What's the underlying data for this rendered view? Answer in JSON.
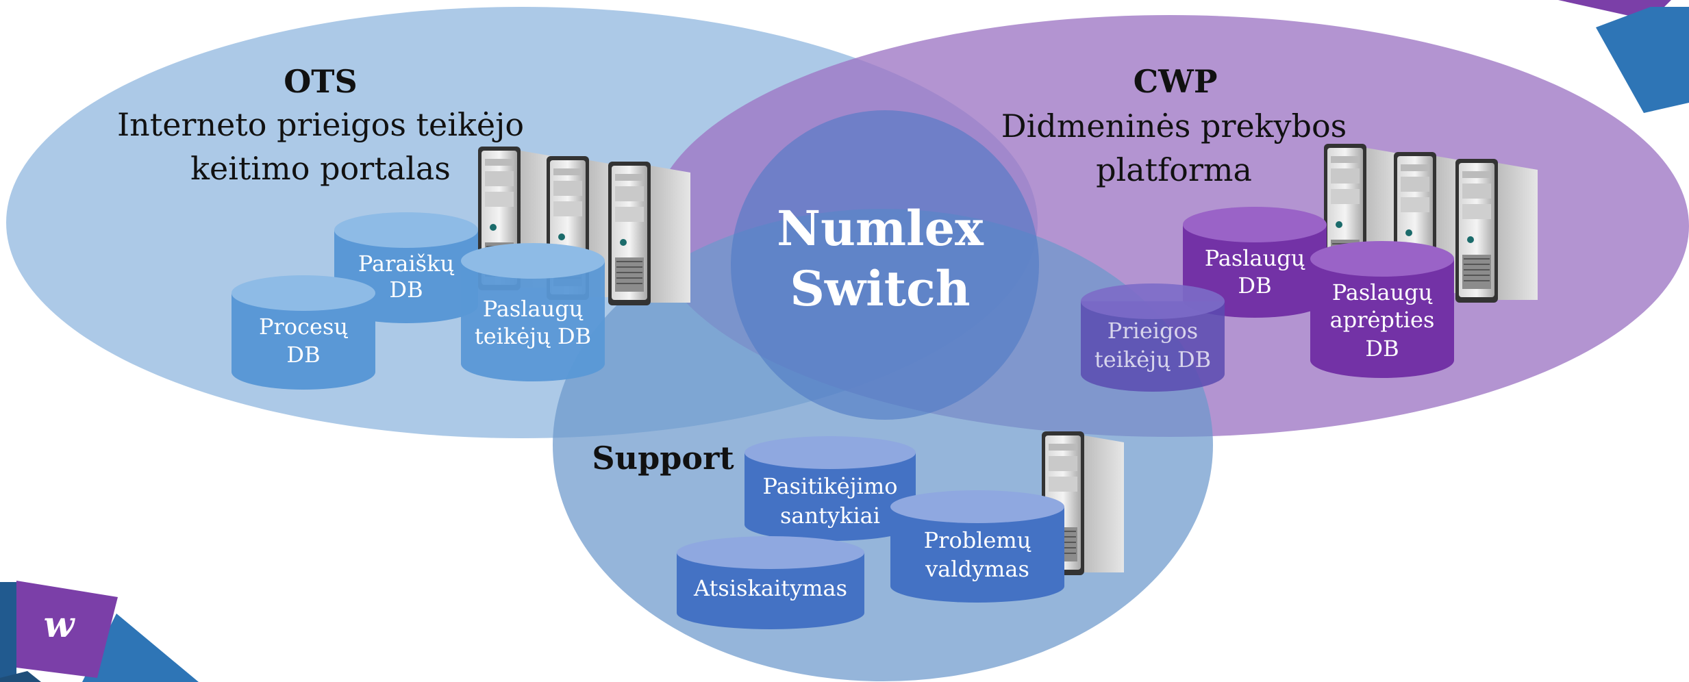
{
  "ots": {
    "title": "OTS",
    "subtitle_line1": "Interneto prieigos teikėjo",
    "subtitle_line2": "keitimo portalas",
    "db_paraisku": [
      "Paraiškų",
      "DB"
    ],
    "db_procesu": [
      "Procesų",
      "DB"
    ],
    "db_paslaugu_teikeju": [
      "Paslaugų",
      "teikėjų DB"
    ]
  },
  "cwp": {
    "title": "CWP",
    "subtitle_line1": "Didmeninės prekybos",
    "subtitle_line2": "platforma",
    "db_paslaugu": [
      "Paslaugų",
      "DB"
    ],
    "db_prieigos": [
      "Prieigos",
      "teikėjų DB"
    ],
    "db_aprepties": [
      "Paslaugų",
      "aprėpties",
      "DB"
    ]
  },
  "support": {
    "title": "Support",
    "db_pasitikejimo": [
      "Pasitikėjimo",
      "santykiai"
    ],
    "db_problemu": [
      "Problemų",
      "valdymas"
    ],
    "db_atsiskaitymas": [
      "Atsiskaitymas"
    ]
  },
  "center": {
    "line1": "Numlex",
    "line2": "Switch"
  },
  "logo": {
    "letter": "w"
  },
  "colors": {
    "ots_fill": "#a8c6e6",
    "cwp_fill": "#a98acb",
    "support_fill": "#7ea6d2",
    "db_blue": "#5a98d6",
    "db_purple": "#7332a6",
    "db_support": "#4472c4"
  }
}
